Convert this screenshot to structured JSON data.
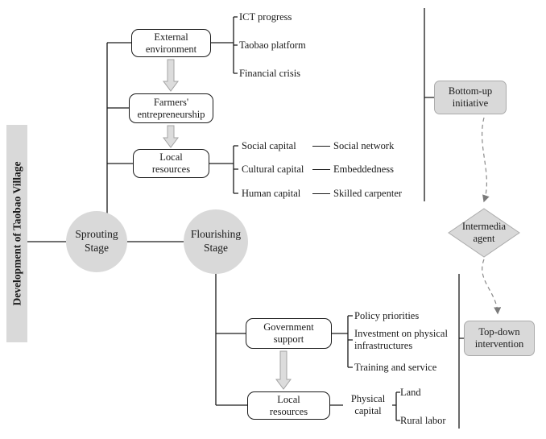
{
  "left_label": "Development of Taobao Village",
  "stages": {
    "sprouting": "Sprouting Stage",
    "flourishing": "Flourishing Stage"
  },
  "top_branch": {
    "external_environment": "External environment",
    "external_leaves": [
      "ICT progress",
      "Taobao platform",
      "Financial crisis"
    ],
    "farmers_entrepreneurship": "Farmers' entrepreneurship",
    "local_resources": "Local resources",
    "capital_rows": [
      {
        "capital": "Social capital",
        "detail": "Social network"
      },
      {
        "capital": "Cultural capital",
        "detail": "Embeddedness"
      },
      {
        "capital": "Human capital",
        "detail": "Skilled carpenter"
      }
    ]
  },
  "bottom_branch": {
    "government_support": "Government support",
    "government_leaves": [
      "Policy priorities",
      "Investment on physical infrastructures",
      "Training and service"
    ],
    "local_resources": "Local resources",
    "physical_capital": "Physical capital",
    "physical_leaves": [
      "Land",
      "Rural labor"
    ]
  },
  "right_column": {
    "bottom_up_initiative": "Bottom-up initiative",
    "intermedia_agent": "Intermedia agent",
    "top_down_intervention": "Top-down intervention"
  },
  "colors": {
    "node_fill_gray": "#d9d9d9",
    "line_black": "#1a1a1a",
    "block_arrow_fill": "#dcdcdc",
    "dashed_arrow_gray": "#8a8a8a"
  }
}
